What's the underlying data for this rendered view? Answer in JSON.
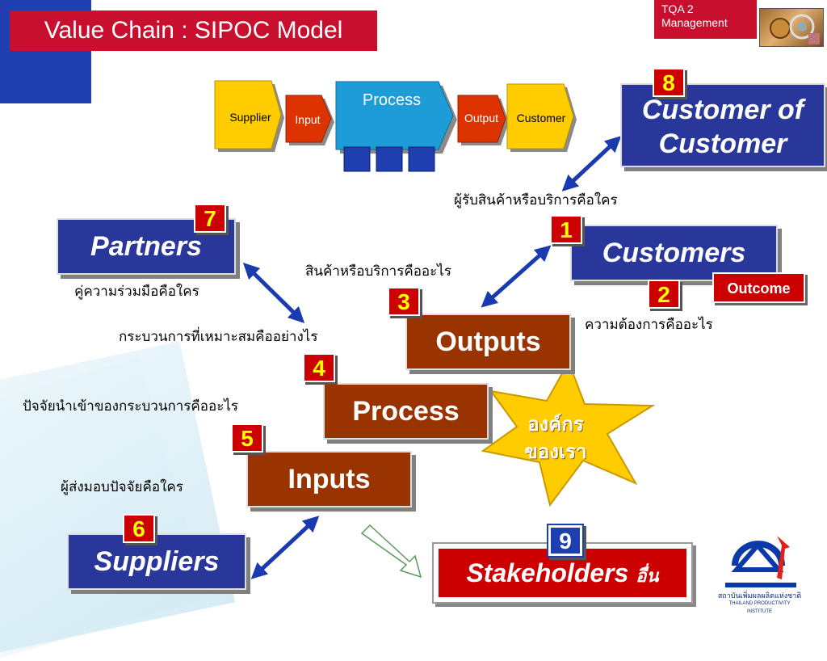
{
  "title": "Value Chain : SIPOC Model",
  "tqa": {
    "line1": "TQA 2",
    "line2": "Management"
  },
  "sipoc": {
    "supplier": "Supplier",
    "input": "Input",
    "process": "Process",
    "output": "Output",
    "customer": "Customer"
  },
  "boxes": {
    "customer_of_customer_1": "Customer of",
    "customer_of_customer_2": "Customer",
    "partners": "Partners",
    "customers": "Customers",
    "outputs": "Outputs",
    "process": "Process",
    "inputs": "Inputs",
    "suppliers": "Suppliers",
    "stakeholders": "Stakeholders",
    "stakeholders_suffix": "อื่น",
    "outcome": "Outcome"
  },
  "badges": {
    "b8": "8",
    "b7": "7",
    "b1": "1",
    "b2": "2",
    "b3": "3",
    "b4": "4",
    "b5": "5",
    "b6": "6",
    "b9": "9"
  },
  "questions": {
    "q_customer_of_customer": "ผู้รับสินค้าหรือบริการคือใคร",
    "q_partners": "คู่ความร่วมมือคือใคร",
    "q_outputs": "สินค้าหรือบริการคืออะไร",
    "q_needs": "ความต้องการคืออะไร",
    "q_process": "กระบวนการที่เหมาะสมคืออย่างไร",
    "q_inputs": "ปัจจัยนำเข้าของกระบวนการคืออะไร",
    "q_suppliers": "ผู้ส่งมอบปัจจัยคือใคร"
  },
  "starburst": {
    "line1": "องค์กร",
    "line2": "ของเรา"
  },
  "logo": {
    "caption_th": "สถาบันเพิ่มผลผลิตแห่งชาติ",
    "caption_en": "THAILAND PRODUCTIVITY INSTITUTE"
  },
  "colors": {
    "blue_box": "#29379a",
    "brown_box": "#993300",
    "red": "#cc0000",
    "badge_text": "#ffff00",
    "arrow_blue": "#1a3bb0",
    "arrow_green": "#2e7d32"
  }
}
